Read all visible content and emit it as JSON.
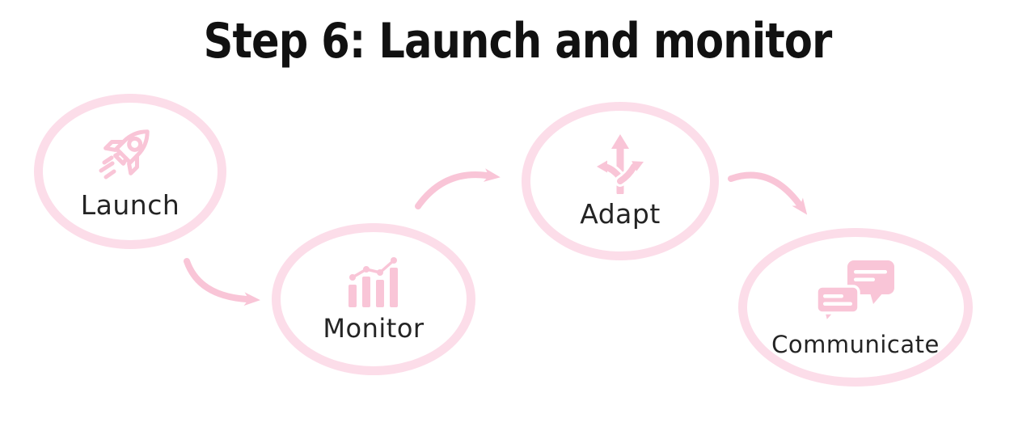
{
  "title": "Step 6: Launch and monitor",
  "nodes": [
    {
      "id": "launch",
      "label": "Launch",
      "icon": "rocket-icon"
    },
    {
      "id": "monitor",
      "label": "Monitor",
      "icon": "bar-chart-icon"
    },
    {
      "id": "adapt",
      "label": "Adapt",
      "icon": "branch-arrows-icon"
    },
    {
      "id": "communicate",
      "label": "Communicate",
      "icon": "chat-bubbles-icon"
    }
  ],
  "connectors": [
    {
      "from": "launch",
      "to": "monitor",
      "shape": "curved-arrow-down-right"
    },
    {
      "from": "monitor",
      "to": "adapt",
      "shape": "curved-arrow-up-right"
    },
    {
      "from": "adapt",
      "to": "communicate",
      "shape": "curved-arrow-down-right"
    }
  ],
  "colors": {
    "ring-pink": "#fcdde9",
    "icon-pink": "#f9c5d7",
    "arrow-pink": "#f9c5d7",
    "title-color": "#111111",
    "label-color": "#242424",
    "background": "#ffffff"
  }
}
